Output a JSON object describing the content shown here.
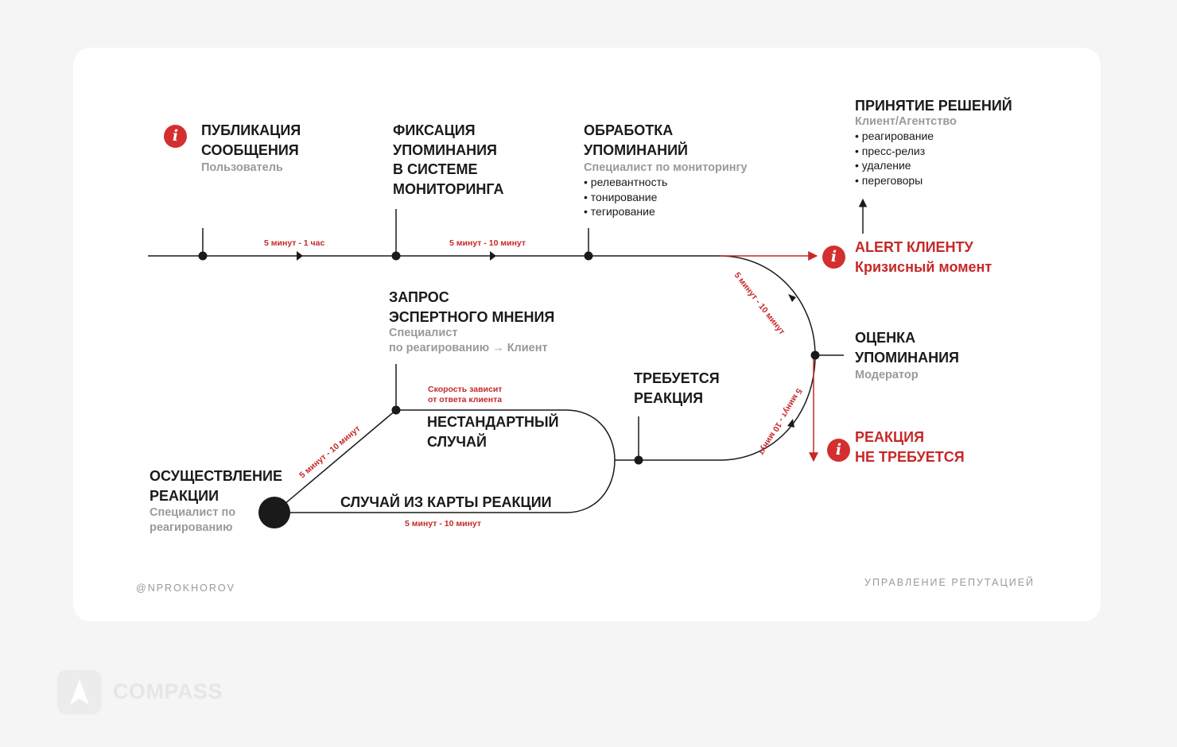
{
  "nodes": {
    "publication": {
      "title": "ПУБЛИКАЦИЯ\nСООБЩЕНИЯ",
      "role": "Пользователь"
    },
    "fixation": {
      "title": "ФИКСАЦИЯ\nУПОМИНАНИЯ\nВ СИСТЕМЕ\nМОНИТОРИНГА"
    },
    "processing": {
      "title": "ОБРАБОТКА\nУПОМИНАНИЙ",
      "role": "Специалист по мониторингу",
      "items": [
        "релевантность",
        "тонирование",
        "тегирование"
      ]
    },
    "decisions": {
      "title": "ПРИНЯТИЕ РЕШЕНИЙ",
      "role": "Клиент/Агентство",
      "items": [
        "реагирование",
        "пресс-релиз",
        "удаление",
        "переговоры"
      ]
    },
    "alert": {
      "title": "ALERT КЛИЕНТУ",
      "subtitle": "Кризисный момент"
    },
    "assessment": {
      "title": "ОЦЕНКА\nУПОМИНАНИЯ",
      "role": "Модератор"
    },
    "no_reaction": {
      "title": "РЕАКЦИЯ\nНЕ ТРЕБУЕТСЯ"
    },
    "reaction_required": {
      "title": "ТРЕБУЕТСЯ\nРЕАКЦИЯ"
    },
    "expert_request": {
      "title": "ЗАПРОС\nЭСПЕРТНОГО МНЕНИЯ",
      "role": "Специалист\nпо реагированию → Клиент"
    },
    "nonstandard": {
      "title": "НЕСТАНДАРТНЫЙ\nСЛУЧАЙ"
    },
    "reaction_map": {
      "title": "СЛУЧАЙ ИЗ КАРТЫ РЕАКЦИИ"
    },
    "execution": {
      "title": "ОСУЩЕСТВЛЕНИЕ\nРЕАКЦИИ",
      "role": "Специалист по\nреагированию"
    }
  },
  "timings": {
    "pub_to_fix": "5 минут - 1 час",
    "fix_to_proc": "5 минут - 10 минут",
    "proc_to_assess": "5 минут - 10 минут",
    "assess_to_required": "5 минут - 10 минут",
    "nonstandard_speed": "Скорость зависит\nот ответа клиента",
    "map_case": "5 минут - 10 минут",
    "to_execution": "5 минут - 10 минут"
  },
  "info_icon": "i",
  "footer": {
    "author": "@NPROKHOROV",
    "topic": "УПРАВЛЕНИЕ РЕПУТАЦИЕЙ"
  },
  "brand": "COMPASS",
  "colors": {
    "accent": "#c62828",
    "line": "#1a1a1a",
    "muted": "#9a9a9a"
  }
}
